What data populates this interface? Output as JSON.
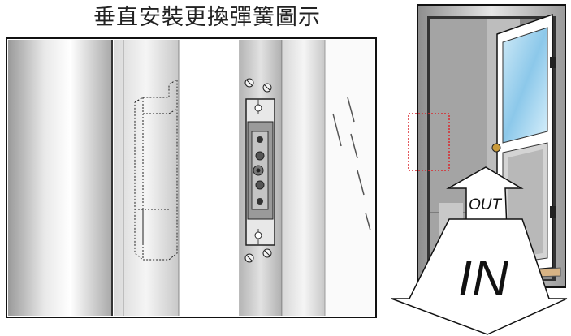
{
  "title": "垂直安裝更換彈簧圖示",
  "arrow_out_label": "OUT",
  "arrow_in_label": "IN",
  "colors": {
    "highlight_box": "#d9262c",
    "glass": "#a9d6ee",
    "frame_line": "#111111"
  }
}
